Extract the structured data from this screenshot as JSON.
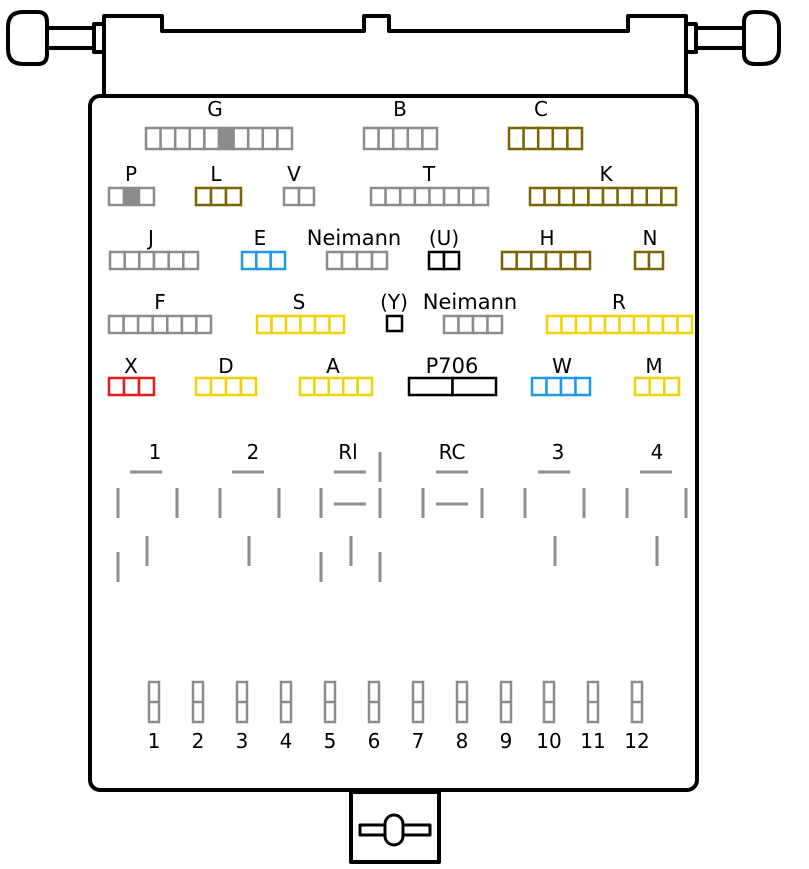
{
  "colors": {
    "gray": "#8c8c8c",
    "olive": "#7a6500",
    "blue": "#1e9be6",
    "yellow": "#f2d200",
    "red": "#e31c1c",
    "black": "#000000",
    "fill_gray": "#8c8c8c"
  },
  "connectors": [
    {
      "id": "G",
      "label": "G",
      "pins": 10,
      "color": "gray",
      "filled_pins": [
        6
      ]
    },
    {
      "id": "B",
      "label": "B",
      "pins": 5,
      "color": "gray"
    },
    {
      "id": "C",
      "label": "C",
      "pins": 5,
      "color": "olive"
    },
    {
      "id": "P",
      "label": "P",
      "pins": 3,
      "color": "gray",
      "filled_pins": [
        2
      ]
    },
    {
      "id": "L",
      "label": "L",
      "pins": 3,
      "color": "olive"
    },
    {
      "id": "V",
      "label": "V",
      "pins": 2,
      "color": "gray"
    },
    {
      "id": "T",
      "label": "T",
      "pins": 8,
      "color": "gray"
    },
    {
      "id": "K",
      "label": "K",
      "pins": 10,
      "color": "olive"
    },
    {
      "id": "J",
      "label": "J",
      "pins": 6,
      "color": "gray"
    },
    {
      "id": "E",
      "label": "E",
      "pins": 3,
      "color": "blue"
    },
    {
      "id": "Neimann1",
      "label": "Neimann",
      "pins": 4,
      "color": "gray"
    },
    {
      "id": "U",
      "label": "(U)",
      "pins": 2,
      "color": "black"
    },
    {
      "id": "H",
      "label": "H",
      "pins": 6,
      "color": "olive"
    },
    {
      "id": "N",
      "label": "N",
      "pins": 2,
      "color": "olive"
    },
    {
      "id": "F",
      "label": "F",
      "pins": 7,
      "color": "gray"
    },
    {
      "id": "S",
      "label": "S",
      "pins": 6,
      "color": "yellow"
    },
    {
      "id": "Y",
      "label": "(Y)",
      "pins": 1,
      "color": "black"
    },
    {
      "id": "Neimann2",
      "label": "Neimann",
      "pins": 4,
      "color": "gray"
    },
    {
      "id": "R",
      "label": "R",
      "pins": 10,
      "color": "yellow"
    },
    {
      "id": "X",
      "label": "X",
      "pins": 3,
      "color": "red"
    },
    {
      "id": "D",
      "label": "D",
      "pins": 4,
      "color": "yellow"
    },
    {
      "id": "A",
      "label": "A",
      "pins": 5,
      "color": "yellow"
    },
    {
      "id": "P706",
      "label": "P706",
      "pins": 2,
      "color": "black"
    },
    {
      "id": "W",
      "label": "W",
      "pins": 4,
      "color": "blue"
    },
    {
      "id": "M",
      "label": "M",
      "pins": 3,
      "color": "yellow"
    }
  ],
  "relays": [
    {
      "id": "relay-1",
      "label": "1"
    },
    {
      "id": "relay-2",
      "label": "2"
    },
    {
      "id": "relay-rl",
      "label": "Rl"
    },
    {
      "id": "relay-rc",
      "label": "RC"
    },
    {
      "id": "relay-3",
      "label": "3"
    },
    {
      "id": "relay-4",
      "label": "4"
    }
  ],
  "fuses": [
    "1",
    "2",
    "3",
    "4",
    "5",
    "6",
    "7",
    "8",
    "9",
    "10",
    "11",
    "12"
  ]
}
